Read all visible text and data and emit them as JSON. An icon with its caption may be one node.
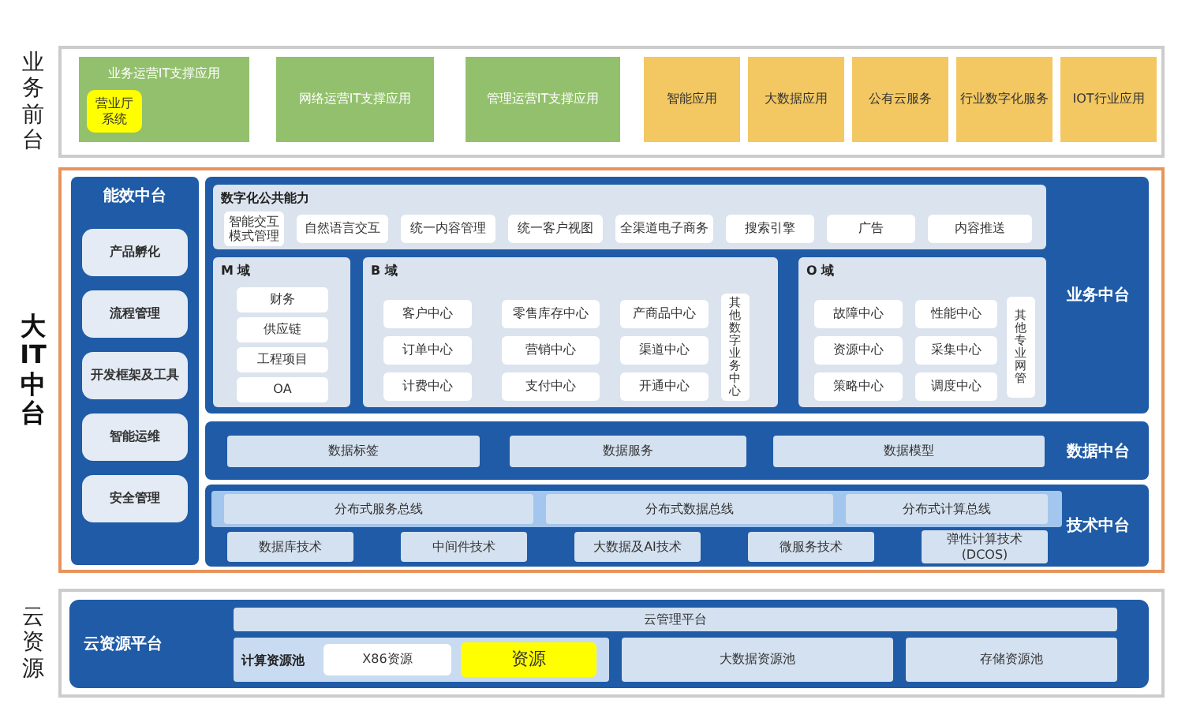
{
  "diagram": {
    "nodes": [
      {
        "text": [
          "业务前台"
        ]
      },
      {
        "text": [
          "业务运营IT支撑应用"
        ],
        "in": 0
      },
      {
        "text": [
          "营业厅系统"
        ],
        "in": 1
      },
      {
        "text": [
          "网络运营IT支撑应用"
        ],
        "in": 0
      },
      {
        "text": [
          "管理运营IT支撑应用"
        ],
        "in": 0
      },
      {
        "text": [
          "智能应用"
        ],
        "in": 0
      },
      {
        "text": [
          "大数据应用"
        ],
        "in": 0
      },
      {
        "text": [
          "公有云服务"
        ],
        "in": 0
      },
      {
        "text": [
          "行业数字化服务"
        ],
        "in": 0
      },
      {
        "text": [
          "IOT行业应用"
        ],
        "in": 0
      },
      {
        "text": [
          "大IT中台"
        ]
      },
      {
        "text": [
          "能效中台"
        ],
        "in": 10
      },
      {
        "text": [
          "产品孵化"
        ],
        "in": 11
      },
      {
        "text": [
          "流程管理"
        ],
        "in": 11
      },
      {
        "text": [
          "开发框架及工具"
        ],
        "in": 11
      },
      {
        "text": [
          "智能运维"
        ],
        "in": 11
      },
      {
        "text": [
          "安全管理"
        ],
        "in": 11
      },
      {
        "text": [
          "业务中台"
        ],
        "in": 10
      },
      {
        "text": [
          "数字化公共能力"
        ],
        "in": 17
      },
      {
        "text": [
          "智能交互模式管理"
        ],
        "in": 18
      },
      {
        "text": [
          "自然语言交互"
        ],
        "in": 18
      },
      {
        "text": [
          "统一内容管理"
        ],
        "in": 18
      },
      {
        "text": [
          "统一客户视图"
        ],
        "in": 18
      },
      {
        "text": [
          "全渠道电子商务"
        ],
        "in": 18
      },
      {
        "text": [
          "搜索引擎"
        ],
        "in": 18
      },
      {
        "text": [
          "广告"
        ],
        "in": 18
      },
      {
        "text": [
          "内容推送"
        ],
        "in": 18
      },
      {
        "text": [
          "M 域"
        ],
        "in": 17
      },
      {
        "text": [
          "财务"
        ],
        "in": 27
      },
      {
        "text": [
          "供应链"
        ],
        "in": 27
      },
      {
        "text": [
          "工程项目"
        ],
        "in": 27
      },
      {
        "text": [
          "OA"
        ],
        "in": 27
      },
      {
        "text": [
          "B 域"
        ],
        "in": 17
      },
      {
        "text": [
          "客户中心"
        ],
        "in": 32
      },
      {
        "text": [
          "零售库存中心"
        ],
        "in": 32
      },
      {
        "text": [
          "产商品中心"
        ],
        "in": 32
      },
      {
        "text": [
          "订单中心"
        ],
        "in": 32
      },
      {
        "text": [
          "营销中心"
        ],
        "in": 32
      },
      {
        "text": [
          "渠道中心"
        ],
        "in": 32
      },
      {
        "text": [
          "计费中心"
        ],
        "in": 32
      },
      {
        "text": [
          "支付中心"
        ],
        "in": 32
      },
      {
        "text": [
          "开通中心"
        ],
        "in": 32
      },
      {
        "text": [
          "其他数字业务中心"
        ],
        "in": 32
      },
      {
        "text": [
          "O 域"
        ],
        "in": 17
      },
      {
        "text": [
          "故障中心"
        ],
        "in": 43
      },
      {
        "text": [
          "性能中心"
        ],
        "in": 43
      },
      {
        "text": [
          "资源中心"
        ],
        "in": 43
      },
      {
        "text": [
          "采集中心"
        ],
        "in": 43
      },
      {
        "text": [
          "策略中心"
        ],
        "in": 43
      },
      {
        "text": [
          "调度中心"
        ],
        "in": 43
      },
      {
        "text": [
          "其他专业网管"
        ],
        "in": 43
      },
      {
        "text": [
          "数据中台"
        ],
        "in": 10
      },
      {
        "text": [
          "数据标签"
        ],
        "in": 51
      },
      {
        "text": [
          "数据服务"
        ],
        "in": 51
      },
      {
        "text": [
          "数据模型"
        ],
        "in": 51
      },
      {
        "text": [
          "技术中台"
        ],
        "in": 10
      },
      {
        "text": [
          "分布式服务总线"
        ],
        "in": 55
      },
      {
        "text": [
          "分布式数据总线"
        ],
        "in": 55
      },
      {
        "text": [
          "分布式计算总线"
        ],
        "in": 55
      },
      {
        "text": [
          "数据库技术"
        ],
        "in": 55
      },
      {
        "text": [
          "中间件技术"
        ],
        "in": 55
      },
      {
        "text": [
          "大数据及AI技术"
        ],
        "in": 55
      },
      {
        "text": [
          "微服务技术"
        ],
        "in": 55
      },
      {
        "text": [
          "弹性计算技术(DCOS)"
        ],
        "in": 55
      },
      {
        "text": [
          "云资源"
        ]
      },
      {
        "text": [
          "云资源平台"
        ],
        "in": 64
      },
      {
        "text": [
          "云管理平台"
        ],
        "in": 65
      },
      {
        "text": [
          "计算资源池"
        ],
        "in": 65
      },
      {
        "text": [
          "X86资源"
        ],
        "in": 67
      },
      {
        "text": [
          "资源"
        ],
        "in": 67
      },
      {
        "text": [
          "大数据资源池"
        ],
        "in": 65
      },
      {
        "text": [
          "存储资源池"
        ],
        "in": 65
      }
    ]
  }
}
